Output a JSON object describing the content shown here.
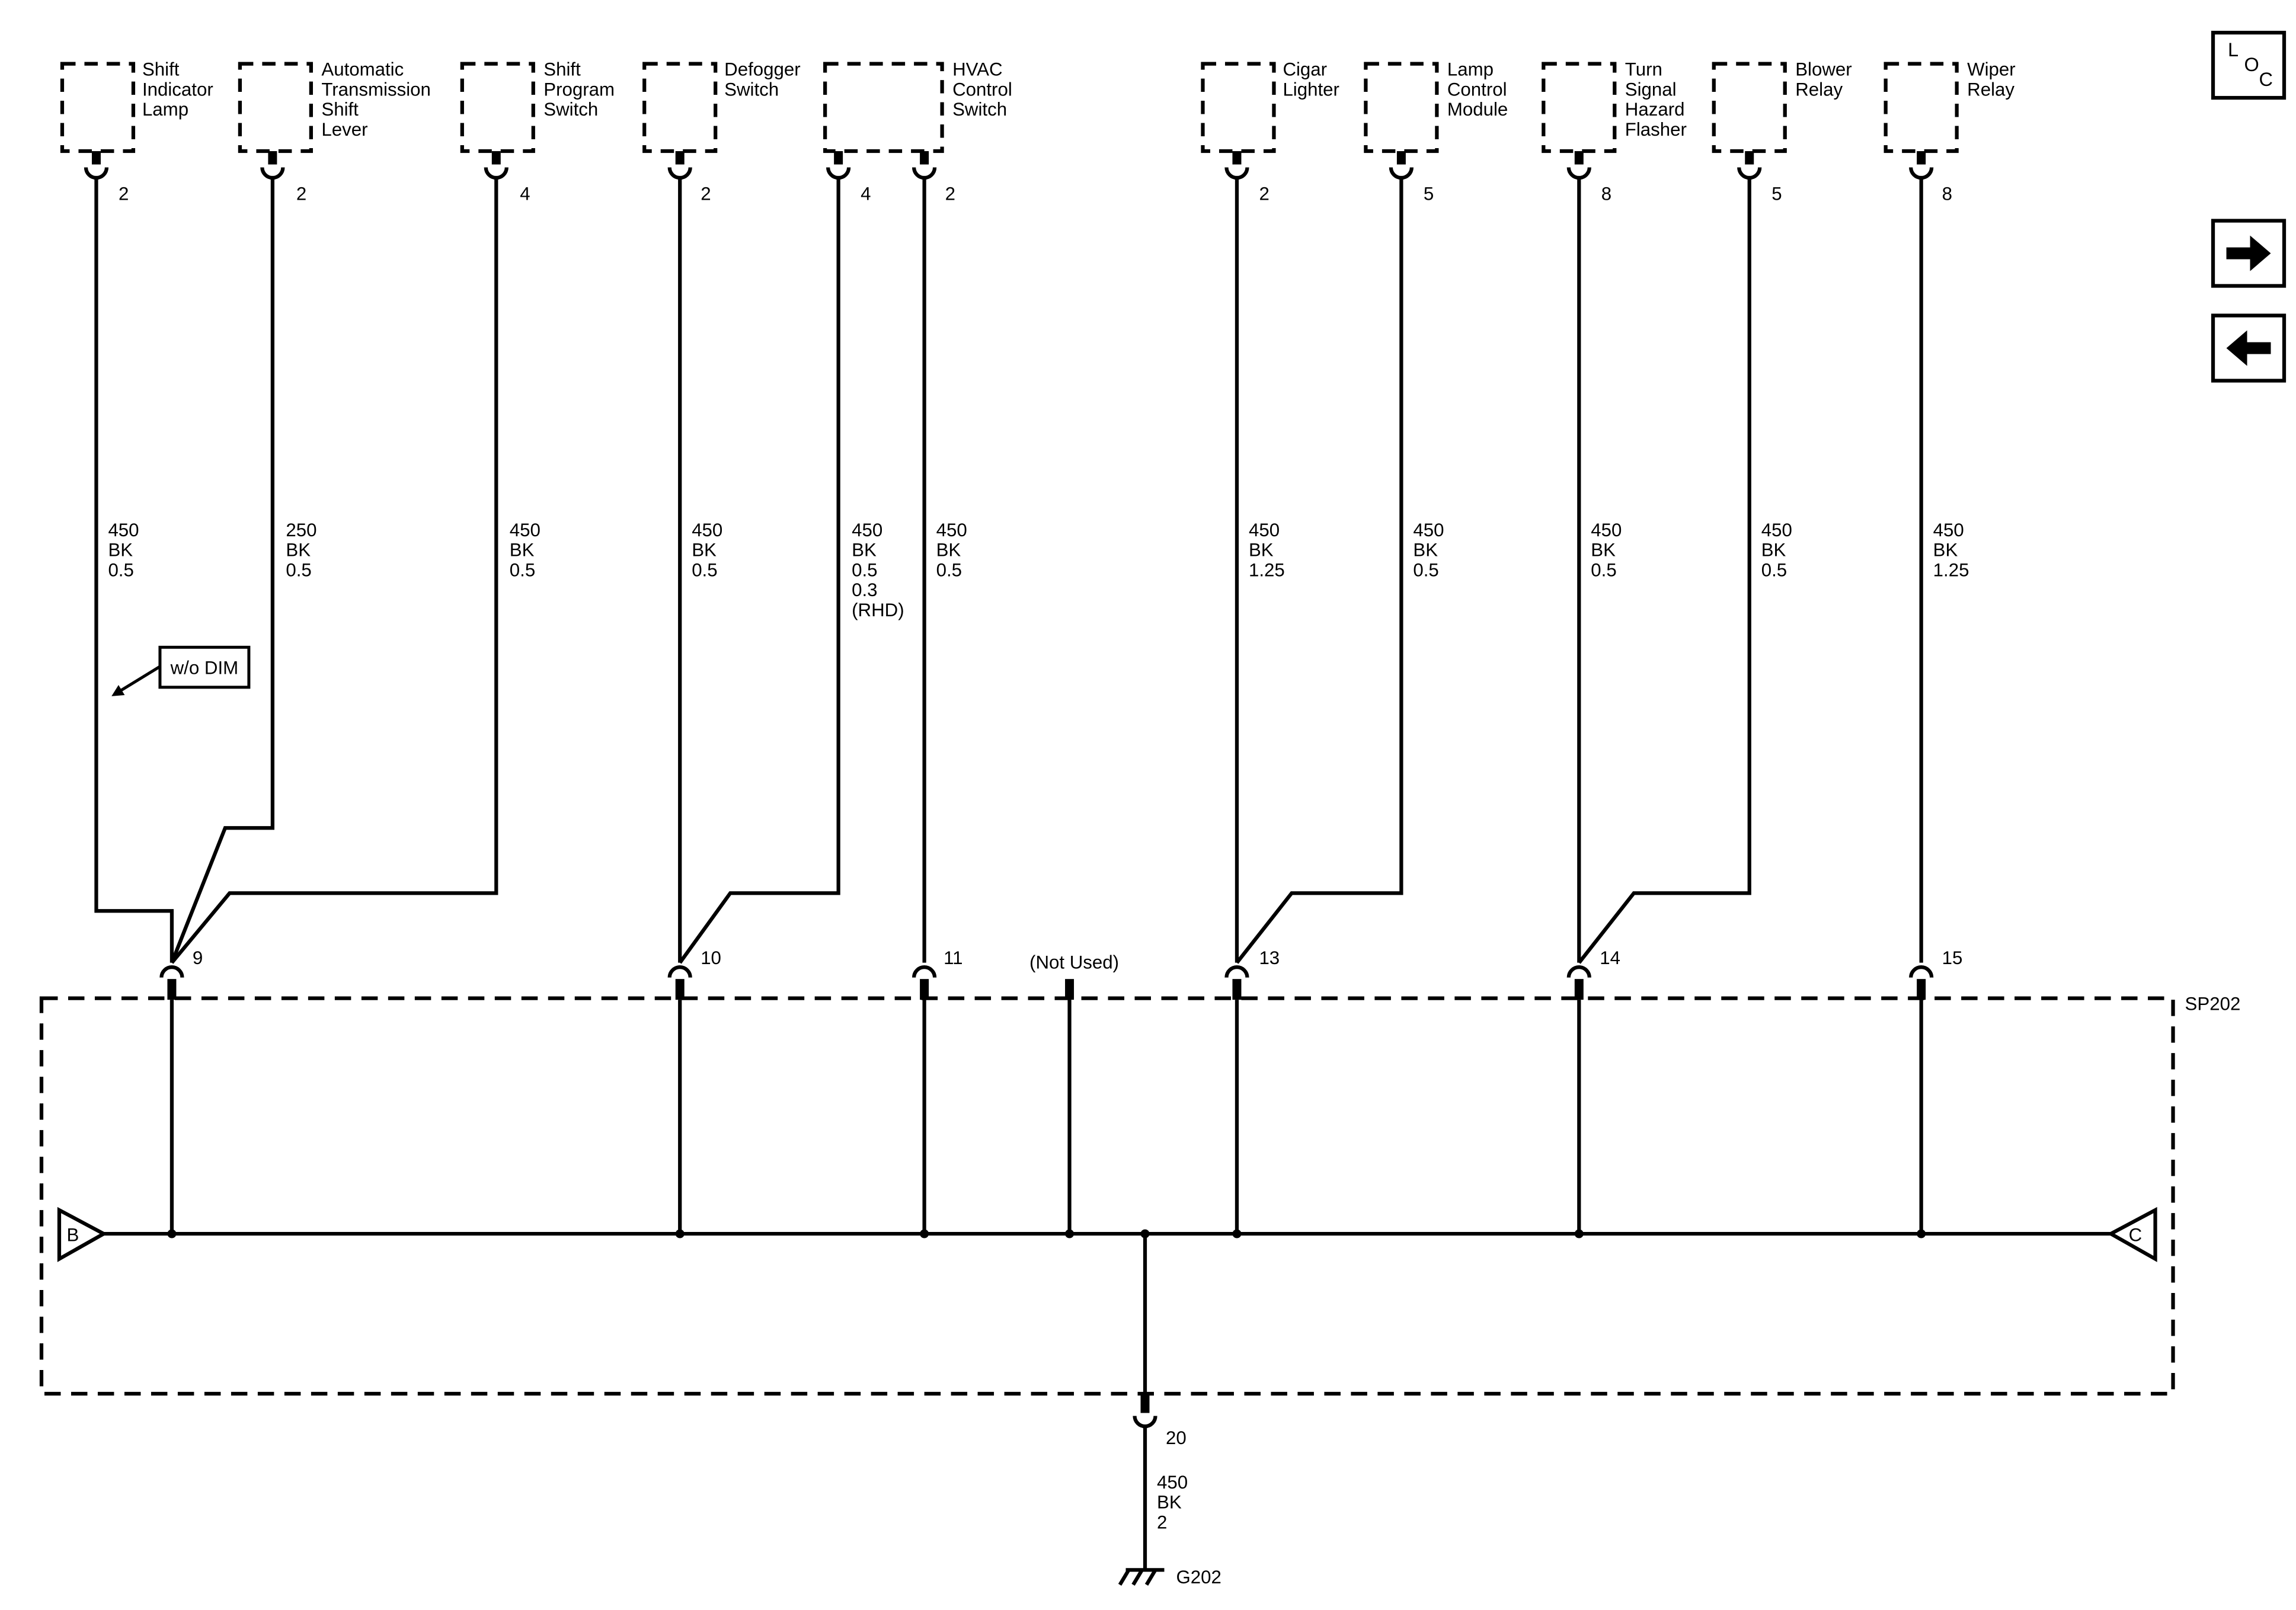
{
  "colors": {
    "ink": "#000000",
    "paper": "#ffffff"
  },
  "nav": {
    "loc_letters": [
      "L",
      "O",
      "C"
    ],
    "forward_icon": "right-arrow-icon",
    "back_icon": "left-arrow-icon"
  },
  "components": [
    {
      "id": "shift-indicator-lamp",
      "label": [
        "Shift",
        "Indicator",
        "Lamp"
      ],
      "pins": [
        {
          "num": "2",
          "wire": [
            "450",
            "BK",
            "0.5"
          ],
          "splice_pin": "9"
        }
      ]
    },
    {
      "id": "automatic-transmission-shift-lever",
      "label": [
        "Automatic",
        "Transmission",
        "Shift",
        "Lever"
      ],
      "pins": [
        {
          "num": "2",
          "wire": [
            "250",
            "BK",
            "0.5"
          ],
          "splice_pin": "9"
        }
      ]
    },
    {
      "id": "shift-program-switch",
      "label": [
        "Shift",
        "Program",
        "Switch"
      ],
      "pins": [
        {
          "num": "4",
          "wire": [
            "450",
            "BK",
            "0.5"
          ],
          "splice_pin": "9"
        }
      ]
    },
    {
      "id": "defogger-switch",
      "label": [
        "Defogger",
        "Switch"
      ],
      "pins": [
        {
          "num": "2",
          "wire": [
            "450",
            "BK",
            "0.5"
          ],
          "splice_pin": "10"
        }
      ]
    },
    {
      "id": "hvac-control-switch",
      "label": [
        "HVAC",
        "Control",
        "Switch"
      ],
      "pins": [
        {
          "num": "4",
          "wire": [
            "450",
            "BK",
            "0.5",
            "0.3",
            "(RHD)"
          ],
          "splice_pin": "10"
        },
        {
          "num": "2",
          "wire": [
            "450",
            "BK",
            "0.5"
          ],
          "splice_pin": "11"
        }
      ]
    },
    {
      "id": "cigar-lighter",
      "label": [
        "Cigar",
        "Lighter"
      ],
      "pins": [
        {
          "num": "2",
          "wire": [
            "450",
            "BK",
            "1.25"
          ],
          "splice_pin": "13"
        }
      ]
    },
    {
      "id": "lamp-control-module",
      "label": [
        "Lamp",
        "Control",
        "Module"
      ],
      "pins": [
        {
          "num": "5",
          "wire": [
            "450",
            "BK",
            "0.5"
          ],
          "splice_pin": "13"
        }
      ]
    },
    {
      "id": "turn-signal-hazard-flasher",
      "label": [
        "Turn",
        "Signal",
        "Hazard",
        "Flasher"
      ],
      "pins": [
        {
          "num": "8",
          "wire": [
            "450",
            "BK",
            "0.5"
          ],
          "splice_pin": "14"
        }
      ]
    },
    {
      "id": "blower-relay",
      "label": [
        "Blower",
        "Relay"
      ],
      "pins": [
        {
          "num": "5",
          "wire": [
            "450",
            "BK",
            "0.5"
          ],
          "splice_pin": "14"
        }
      ]
    },
    {
      "id": "wiper-relay",
      "label": [
        "Wiper",
        "Relay"
      ],
      "pins": [
        {
          "num": "8",
          "wire": [
            "450",
            "BK",
            "1.25"
          ],
          "splice_pin": "15"
        }
      ]
    }
  ],
  "option_note": "w/o DIM",
  "splice": {
    "name": "SP202",
    "pins": [
      "9",
      "10",
      "11",
      "13",
      "14",
      "15"
    ],
    "not_used_label": "(Not Used)",
    "left_connector": "B",
    "right_connector": "C",
    "ground_pin": "20"
  },
  "ground": {
    "wire": [
      "450",
      "BK",
      "2"
    ],
    "name": "G202"
  }
}
